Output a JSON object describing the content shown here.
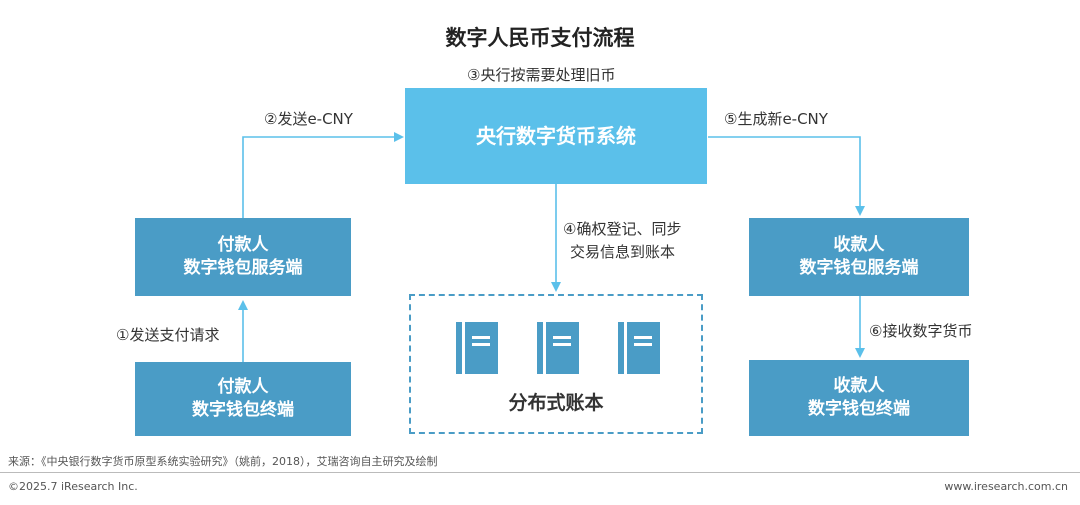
{
  "title": "数字人民币支付流程",
  "nodes": {
    "central_bank": "央行数字货币系统",
    "payer_server": [
      "付款人",
      "数字钱包服务端"
    ],
    "payer_terminal": [
      "付款人",
      "数字钱包终端"
    ],
    "payee_server": [
      "收款人",
      "数字钱包服务端"
    ],
    "payee_terminal": [
      "收款人",
      "数字钱包终端"
    ],
    "ledger": "分布式账本"
  },
  "steps": {
    "s1": "①发送支付请求",
    "s2": "②发送e-CNY",
    "s3": "③央行按需要处理旧币",
    "s4": [
      "④确权登记、同步",
      "交易信息到账本"
    ],
    "s5": "⑤生成新e-CNY",
    "s6": "⑥接收数字货币"
  },
  "footer": {
    "source": "来源：《中央银行数字货币原型系统实验研究》（姚前，2018），艾瑞咨询自主研究及绘制",
    "copyright": "©2025.7 iResearch Inc.",
    "website": "www.iresearch.com.cn"
  },
  "colors": {
    "central_box": "#5bc0ea",
    "wallet_box": "#4a9cc6",
    "arrow": "#5bc0ea",
    "book_icon": "#4a9cc6"
  },
  "icons": [
    "book-icon",
    "book-icon",
    "book-icon"
  ]
}
